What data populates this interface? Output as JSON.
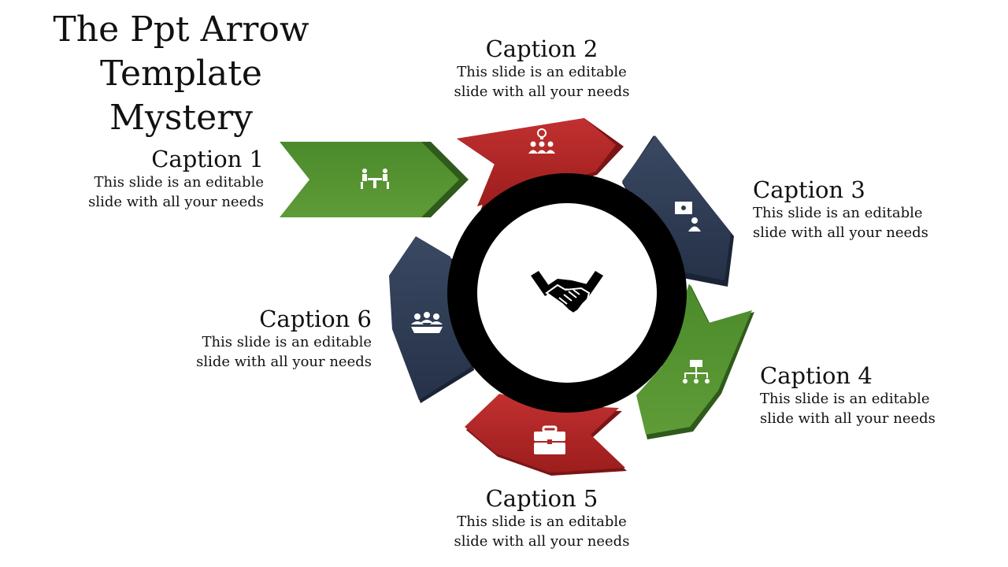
{
  "title": {
    "line1": "The Ppt Arrow",
    "line2": "Template Mystery"
  },
  "captions": [
    {
      "heading": "Caption 1",
      "line1": "This slide is an editable",
      "line2": "slide with all your needs"
    },
    {
      "heading": "Caption 2",
      "line1": "This slide is an editable",
      "line2": "slide with all your needs"
    },
    {
      "heading": "Caption 3",
      "line1": "This slide is an editable",
      "line2": "slide with all your needs"
    },
    {
      "heading": "Caption 4",
      "line1": "This slide is an editable",
      "line2": "slide with all your needs"
    },
    {
      "heading": "Caption 5",
      "line1": "This slide is an editable",
      "line2": "slide with all your needs"
    },
    {
      "heading": "Caption 6",
      "line1": "This slide is an editable",
      "line2": "slide with all your needs"
    }
  ],
  "icons": {
    "center": "handshake-icon",
    "arrow1": "meeting-table-icon",
    "arrow2": "idea-team-icon",
    "arrow3": "presentation-person-icon",
    "arrow4": "org-chart-icon",
    "arrow5": "briefcase-icon",
    "arrow6": "group-icon"
  },
  "colors": {
    "green": "#4e8a2e",
    "red": "#b32626",
    "navy": "#2c3a52",
    "ring": "#000000"
  }
}
